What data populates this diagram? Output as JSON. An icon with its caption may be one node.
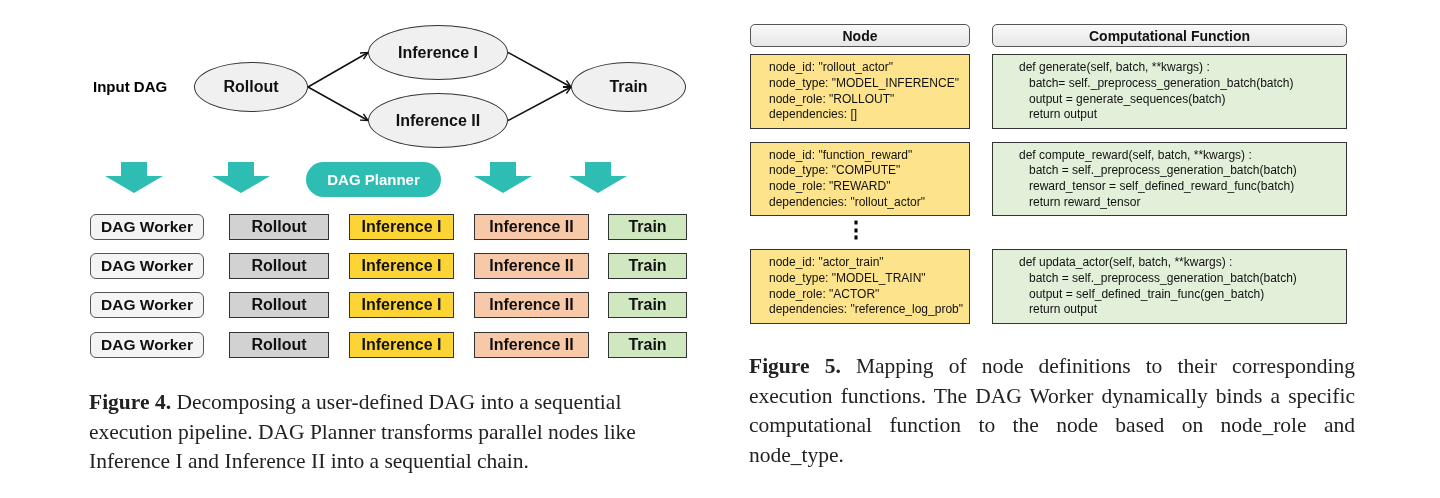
{
  "diagram": {
    "nodes": [
      {
        "text": [
          "Rollout"
        ]
      },
      {
        "text": [
          "Inference I"
        ]
      },
      {
        "text": [
          "Inference II"
        ]
      },
      {
        "text": [
          "Train"
        ]
      },
      {
        "text": [
          "DAG Planner"
        ]
      },
      {
        "text": [
          "DAG Worker"
        ]
      },
      {
        "text": [
          "Rollout"
        ]
      },
      {
        "text": [
          "Inference I"
        ]
      },
      {
        "text": [
          "Inference II"
        ]
      },
      {
        "text": [
          "Train"
        ]
      },
      {
        "text": [
          "DAG Worker"
        ]
      },
      {
        "text": [
          "Rollout"
        ]
      },
      {
        "text": [
          "Inference I"
        ]
      },
      {
        "text": [
          "Inference II"
        ]
      },
      {
        "text": [
          "Train"
        ]
      },
      {
        "text": [
          "DAG Worker"
        ]
      },
      {
        "text": [
          "Rollout"
        ]
      },
      {
        "text": [
          "Inference I"
        ]
      },
      {
        "text": [
          "Inference II"
        ]
      },
      {
        "text": [
          "Train"
        ]
      },
      {
        "text": [
          "DAG Worker"
        ]
      },
      {
        "text": [
          "Rollout"
        ]
      },
      {
        "text": [
          "Inference I"
        ]
      },
      {
        "text": [
          "Inference II"
        ]
      },
      {
        "text": [
          "Train"
        ]
      },
      {
        "text": [
          "Node"
        ]
      },
      {
        "text": [
          "Computational Function"
        ]
      },
      {
        "text": [
          "node_id: \"rollout_actor\"",
          "node_type: \"MODEL_INFERENCE\"",
          "node_role: \"ROLLOUT\"",
          "dependencies: []"
        ]
      },
      {
        "text": [
          "def generate(self, batch, **kwargs) :",
          "batch= self._preprocess_generation_batch(batch)",
          "output = generate_sequences(batch)",
          "return output"
        ]
      },
      {
        "text": [
          "node_id: \"function_reward\"",
          "node_type: \"COMPUTE\"",
          "node_role: \"REWARD\"",
          "dependencies: \"rollout_actor\""
        ]
      },
      {
        "text": [
          "def compute_reward(self, batch, **kwargs) :",
          "batch = self._preprocess_generation_batch(batch)",
          "reward_tensor = self_defined_reward_func(batch)",
          "return reward_tensor"
        ]
      },
      {
        "text": [
          "node_id: \"actor_train\"",
          "node_type: \"MODEL_TRAIN\"",
          "node_role: \"ACTOR\"",
          "dependencies: \"reference_log_prob\""
        ]
      },
      {
        "text": [
          "def updata_actor(self, batch, **kwargs) :",
          "batch = self._preprocess_generation_batch(batch)",
          "output = self_defined_train_func(gen_batch)",
          "return output"
        ]
      }
    ],
    "edges": [
      {
        "from": 0,
        "to": 1,
        "arrow": "to"
      },
      {
        "from": 0,
        "to": 2,
        "arrow": "to"
      },
      {
        "from": 1,
        "to": 3,
        "arrow": "to"
      },
      {
        "from": 2,
        "to": 3,
        "arrow": "to"
      },
      {
        "from": null,
        "to": 5,
        "arrow": "to",
        "style": "thick",
        "color": "#2ebdb2"
      },
      {
        "from": null,
        "to": 6,
        "arrow": "to",
        "style": "thick",
        "color": "#2ebdb2"
      },
      {
        "from": null,
        "to": 8,
        "arrow": "to",
        "style": "thick",
        "color": "#2ebdb2"
      },
      {
        "from": null,
        "to": 9,
        "arrow": "to",
        "style": "thick",
        "color": "#2ebdb2"
      }
    ],
    "labels": [
      "Input DAG",
      "⋮",
      "**Figure 4.** Decomposing a user-defined DAG into a sequential execution pipeline. DAG Planner transforms parallel nodes like Inference I and Inference II into a sequential chain.",
      "**Figure 5.** Mapping of node definitions to their corresponding execution functions. The DAG Worker dynamically binds a specific computational function to the node based on node_role and node_type."
    ]
  }
}
